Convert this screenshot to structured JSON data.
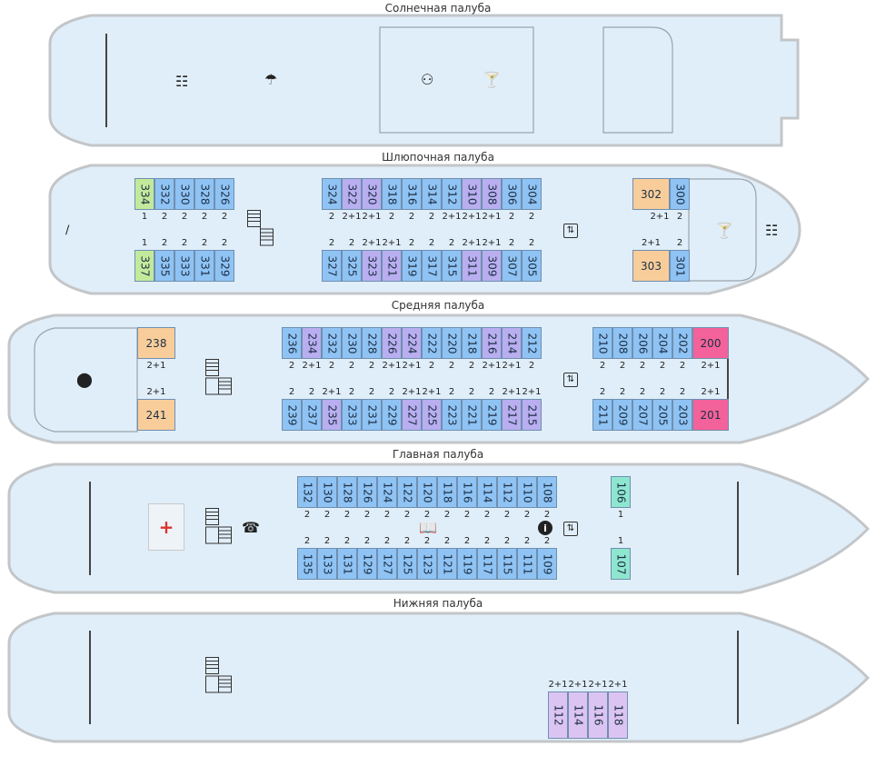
{
  "decks": {
    "sun": "Солнечная палуба",
    "boat": "Шлюпочная палуба",
    "middle": "Средняя палуба",
    "main": "Главная палуба",
    "lower": "Нижняя палуба"
  },
  "cabin_colors": {
    "blue": "#8fc3f4",
    "purple": "#b9aef0",
    "green": "#c3ea9c",
    "orange": "#f8cd9a",
    "pink": "#f3629a",
    "teal": "#8ee6cf",
    "lavender": "#dcc4f2"
  },
  "sun_deck": {
    "icons": [
      "table-icon",
      "umbrella-icon",
      "conference-icon",
      "cocktail-icon"
    ]
  },
  "boat_deck": {
    "top_cabins": [
      {
        "no": "334",
        "occ": "1",
        "color": "green"
      },
      {
        "no": "332",
        "occ": "2",
        "color": "blue"
      },
      {
        "no": "330",
        "occ": "2",
        "color": "blue"
      },
      {
        "no": "328",
        "occ": "2",
        "color": "blue"
      },
      {
        "no": "326",
        "occ": "2",
        "color": "blue"
      },
      {
        "no": "324",
        "occ": "2",
        "color": "blue"
      },
      {
        "no": "322",
        "occ": "2+1",
        "color": "purple"
      },
      {
        "no": "320",
        "occ": "2+1",
        "color": "purple"
      },
      {
        "no": "318",
        "occ": "2",
        "color": "blue"
      },
      {
        "no": "316",
        "occ": "2",
        "color": "blue"
      },
      {
        "no": "314",
        "occ": "2",
        "color": "blue"
      },
      {
        "no": "312",
        "occ": "2+1",
        "color": "blue"
      },
      {
        "no": "310",
        "occ": "2+1",
        "color": "purple"
      },
      {
        "no": "308",
        "occ": "2+1",
        "color": "purple"
      },
      {
        "no": "306",
        "occ": "2",
        "color": "blue"
      },
      {
        "no": "304",
        "occ": "2",
        "color": "blue"
      },
      {
        "no": "302",
        "occ": "2+1",
        "color": "orange"
      },
      {
        "no": "300",
        "occ": "2",
        "color": "blue"
      }
    ],
    "bottom_cabins": [
      {
        "no": "337",
        "occ": "1",
        "color": "green"
      },
      {
        "no": "335",
        "occ": "2",
        "color": "blue"
      },
      {
        "no": "333",
        "occ": "2",
        "color": "blue"
      },
      {
        "no": "331",
        "occ": "2",
        "color": "blue"
      },
      {
        "no": "329",
        "occ": "2",
        "color": "blue"
      },
      {
        "no": "327",
        "occ": "2",
        "color": "blue"
      },
      {
        "no": "325",
        "occ": "2",
        "color": "blue"
      },
      {
        "no": "323",
        "occ": "2+1",
        "color": "purple"
      },
      {
        "no": "321",
        "occ": "2+1",
        "color": "purple"
      },
      {
        "no": "319",
        "occ": "2",
        "color": "blue"
      },
      {
        "no": "317",
        "occ": "2",
        "color": "blue"
      },
      {
        "no": "315",
        "occ": "2",
        "color": "blue"
      },
      {
        "no": "311",
        "occ": "2+1",
        "color": "purple"
      },
      {
        "no": "309",
        "occ": "2+1",
        "color": "purple"
      },
      {
        "no": "307",
        "occ": "2",
        "color": "blue"
      },
      {
        "no": "305",
        "occ": "2",
        "color": "blue"
      },
      {
        "no": "303",
        "occ": "2+1",
        "color": "orange"
      },
      {
        "no": "301",
        "occ": "2",
        "color": "blue"
      }
    ]
  },
  "middle_deck": {
    "top_cabins": [
      {
        "no": "238",
        "occ": "2+1",
        "color": "orange"
      },
      {
        "no": "236",
        "occ": "2",
        "color": "blue"
      },
      {
        "no": "234",
        "occ": "2+1",
        "color": "purple"
      },
      {
        "no": "232",
        "occ": "2",
        "color": "blue"
      },
      {
        "no": "230",
        "occ": "2",
        "color": "blue"
      },
      {
        "no": "228",
        "occ": "2",
        "color": "blue"
      },
      {
        "no": "226",
        "occ": "2+1",
        "color": "purple"
      },
      {
        "no": "224",
        "occ": "2+1",
        "color": "purple"
      },
      {
        "no": "222",
        "occ": "2",
        "color": "blue"
      },
      {
        "no": "220",
        "occ": "2",
        "color": "blue"
      },
      {
        "no": "218",
        "occ": "2",
        "color": "blue"
      },
      {
        "no": "216",
        "occ": "2+1",
        "color": "purple"
      },
      {
        "no": "214",
        "occ": "2+1",
        "color": "purple"
      },
      {
        "no": "212",
        "occ": "2",
        "color": "blue"
      },
      {
        "no": "210",
        "occ": "2",
        "color": "blue"
      },
      {
        "no": "208",
        "occ": "2",
        "color": "blue"
      },
      {
        "no": "206",
        "occ": "2",
        "color": "blue"
      },
      {
        "no": "204",
        "occ": "2",
        "color": "blue"
      },
      {
        "no": "202",
        "occ": "2",
        "color": "blue"
      },
      {
        "no": "200",
        "occ": "2+1",
        "color": "pink"
      }
    ],
    "bottom_cabins": [
      {
        "no": "241",
        "occ": "2+1",
        "color": "orange"
      },
      {
        "no": "239",
        "occ": "2",
        "color": "blue"
      },
      {
        "no": "237",
        "occ": "2",
        "color": "blue"
      },
      {
        "no": "235",
        "occ": "2+1",
        "color": "purple"
      },
      {
        "no": "233",
        "occ": "2",
        "color": "blue"
      },
      {
        "no": "231",
        "occ": "2",
        "color": "blue"
      },
      {
        "no": "229",
        "occ": "2",
        "color": "blue"
      },
      {
        "no": "227",
        "occ": "2+1",
        "color": "purple"
      },
      {
        "no": "225",
        "occ": "2+1",
        "color": "purple"
      },
      {
        "no": "223",
        "occ": "2",
        "color": "blue"
      },
      {
        "no": "221",
        "occ": "2",
        "color": "blue"
      },
      {
        "no": "219",
        "occ": "2",
        "color": "blue"
      },
      {
        "no": "217",
        "occ": "2+1",
        "color": "purple"
      },
      {
        "no": "215",
        "occ": "2+1",
        "color": "purple"
      },
      {
        "no": "211",
        "occ": "2",
        "color": "blue"
      },
      {
        "no": "209",
        "occ": "2",
        "color": "blue"
      },
      {
        "no": "207",
        "occ": "2",
        "color": "blue"
      },
      {
        "no": "205",
        "occ": "2",
        "color": "blue"
      },
      {
        "no": "203",
        "occ": "2",
        "color": "blue"
      },
      {
        "no": "201",
        "occ": "2+1",
        "color": "pink"
      }
    ]
  },
  "main_deck": {
    "top_cabins": [
      {
        "no": "132",
        "occ": "2",
        "color": "blue"
      },
      {
        "no": "130",
        "occ": "2",
        "color": "blue"
      },
      {
        "no": "128",
        "occ": "2",
        "color": "blue"
      },
      {
        "no": "126",
        "occ": "2",
        "color": "blue"
      },
      {
        "no": "124",
        "occ": "2",
        "color": "blue"
      },
      {
        "no": "122",
        "occ": "2",
        "color": "blue"
      },
      {
        "no": "120",
        "occ": "2",
        "color": "blue"
      },
      {
        "no": "118",
        "occ": "2",
        "color": "blue"
      },
      {
        "no": "116",
        "occ": "2",
        "color": "blue"
      },
      {
        "no": "114",
        "occ": "2",
        "color": "blue"
      },
      {
        "no": "112",
        "occ": "2",
        "color": "blue"
      },
      {
        "no": "110",
        "occ": "2",
        "color": "blue"
      },
      {
        "no": "108",
        "occ": "2",
        "color": "blue"
      },
      {
        "no": "106",
        "occ": "1",
        "color": "teal"
      }
    ],
    "bottom_cabins": [
      {
        "no": "135",
        "occ": "2",
        "color": "blue"
      },
      {
        "no": "133",
        "occ": "2",
        "color": "blue"
      },
      {
        "no": "131",
        "occ": "2",
        "color": "blue"
      },
      {
        "no": "129",
        "occ": "2",
        "color": "blue"
      },
      {
        "no": "127",
        "occ": "2",
        "color": "blue"
      },
      {
        "no": "125",
        "occ": "2",
        "color": "blue"
      },
      {
        "no": "123",
        "occ": "2",
        "color": "blue"
      },
      {
        "no": "121",
        "occ": "2",
        "color": "blue"
      },
      {
        "no": "119",
        "occ": "2",
        "color": "blue"
      },
      {
        "no": "117",
        "occ": "2",
        "color": "blue"
      },
      {
        "no": "115",
        "occ": "2",
        "color": "blue"
      },
      {
        "no": "111",
        "occ": "2",
        "color": "blue"
      },
      {
        "no": "109",
        "occ": "2",
        "color": "blue"
      },
      {
        "no": "107",
        "occ": "1",
        "color": "teal"
      }
    ]
  },
  "lower_deck": {
    "cabins": [
      {
        "no": "112",
        "occ": "2+1",
        "color": "lavender"
      },
      {
        "no": "114",
        "occ": "2+1",
        "color": "lavender"
      },
      {
        "no": "116",
        "occ": "2+1",
        "color": "lavender"
      },
      {
        "no": "118",
        "occ": "2+1",
        "color": "lavender"
      }
    ]
  }
}
